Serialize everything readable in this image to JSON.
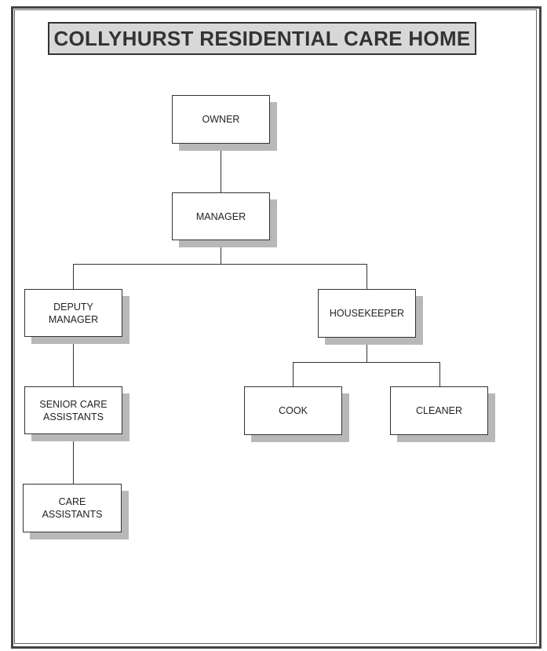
{
  "title": "COLLYHURST RESIDENTIAL CARE HOME",
  "nodes": {
    "owner": "OWNER",
    "manager": "MANAGER",
    "deputy_manager": "DEPUTY\nMANAGER",
    "housekeeper": "HOUSEKEEPER",
    "senior_care_assistants": "SENIOR CARE\nASSISTANTS",
    "care_assistants": "CARE\nASSISTANTS",
    "cook": "COOK",
    "cleaner": "CLEANER"
  }
}
